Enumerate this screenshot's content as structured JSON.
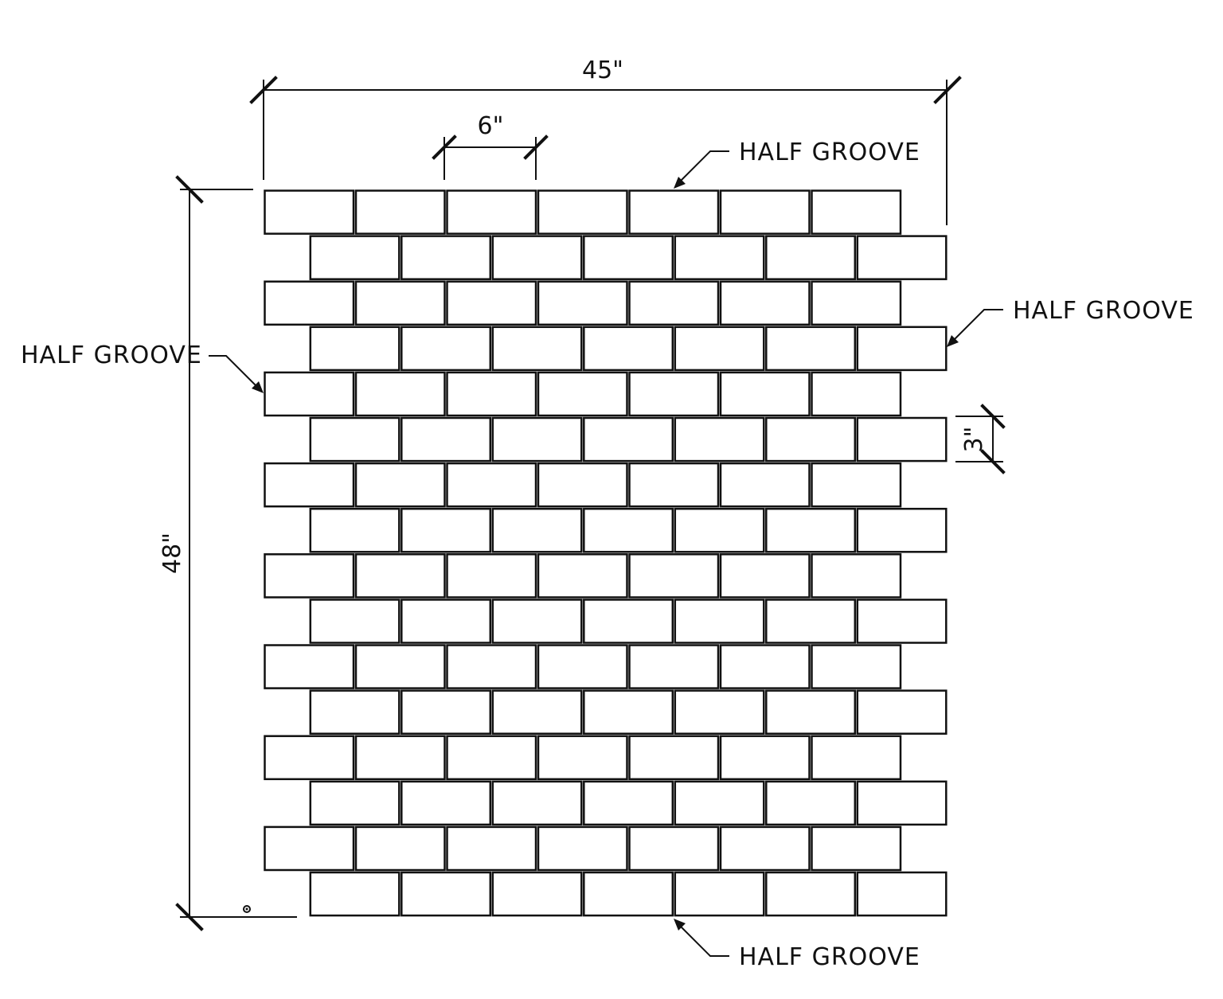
{
  "colors": {
    "line": "#111111",
    "background": "#ffffff"
  },
  "panel": {
    "rows": 16,
    "tiles_per_row": 7,
    "offset": "half tile on alternating rows"
  },
  "dimensions": {
    "width_label": "45\"",
    "height_label": "48\"",
    "tile_width_label": "6\"",
    "tile_height_label": "3\""
  },
  "callouts": {
    "top": "HALF GROOVE",
    "right": "HALF GROOVE",
    "left": "HALF GROOVE",
    "bottom": "HALF GROOVE"
  }
}
